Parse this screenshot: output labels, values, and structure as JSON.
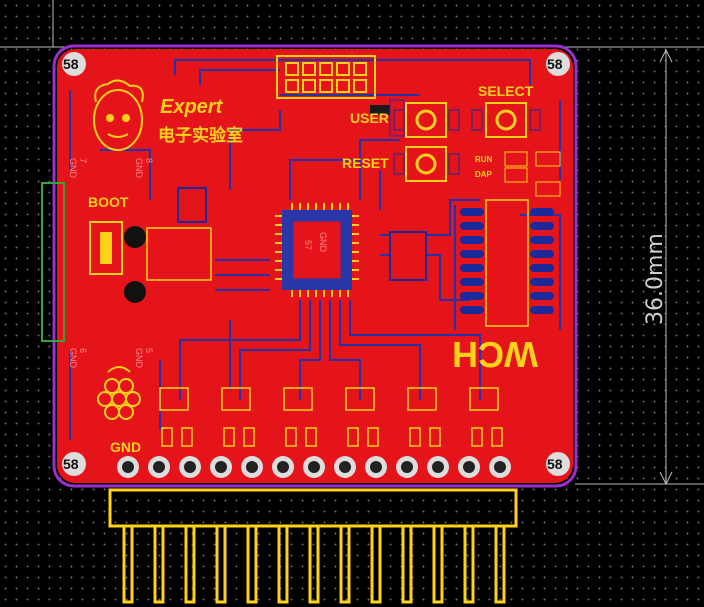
{
  "board": {
    "brand_title": "Expert",
    "brand_subtitle": "电子实验室",
    "wch_logo": "WCH",
    "corner_marks": [
      "58",
      "58",
      "58",
      "58"
    ],
    "chip_label_1": "GND",
    "chip_label_2": "57",
    "buttons": {
      "boot": "BOOT",
      "user": "USER",
      "reset": "RESET",
      "select": "SELECT"
    },
    "leds": {
      "run": "RUN",
      "dap": "DAP"
    },
    "header_label": "GND",
    "side_labels": {
      "left_top_gnd": "GND",
      "left_top_num": "7",
      "left_top2_gnd": "GND",
      "left_top2_num": "8",
      "left_bot_gnd": "GND",
      "left_bot_num": "6",
      "left_bot2_gnd": "GND",
      "left_bot2_num": "5"
    },
    "dimension": "36.0mm",
    "pin_count": 13
  },
  "colors": {
    "copper": "#e5131a",
    "silkscreen": "#ffd21a",
    "trace": "#2233aa",
    "outline": "#9a2fd0"
  }
}
